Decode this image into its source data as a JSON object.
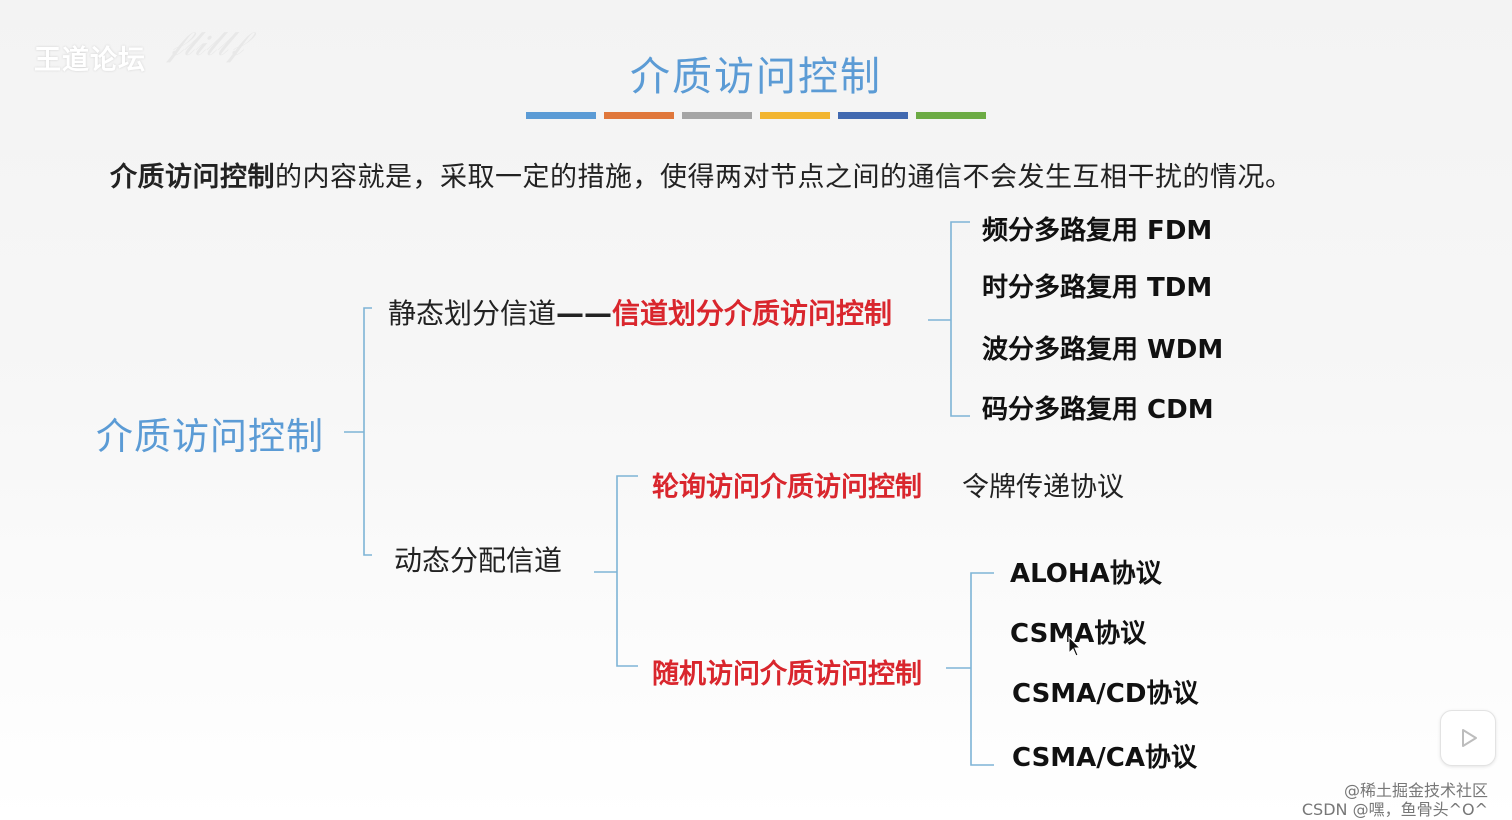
{
  "watermark": {
    "text": "王道论坛"
  },
  "slide_title": "介质访问控制",
  "colors": {
    "title": "#5b9bd5",
    "red": "#d9262d",
    "orange": "#d8783a",
    "lines": "#7eb4d6",
    "color_bars": [
      "#5b9bd5",
      "#e0773b",
      "#a5a5a5",
      "#f2b530",
      "#4169b0",
      "#6cab44"
    ]
  },
  "intro": {
    "bold": "介质访问控制",
    "rest": "的内容就是，采取一定的措施，使得两对节点之间的通信不会发生互相干扰的情况。"
  },
  "tree": {
    "root": "介质访问控制",
    "static": {
      "label": "静态划分信道",
      "dash": "——",
      "method": "信道划分介质访问控制",
      "items": [
        "频分多路复用 FDM",
        "时分多路复用 TDM",
        "波分多路复用 WDM",
        "码分多路复用 CDM"
      ]
    },
    "dynamic": {
      "label": "动态分配信道",
      "polling": {
        "label": "轮询访问介质访问控制",
        "protocol": "令牌传递协议"
      },
      "random": {
        "label": "随机访问介质访问控制",
        "items": [
          "ALOHA协议",
          "CSMA协议",
          "CSMA/CD协议",
          "CSMA/CA协议"
        ]
      }
    }
  },
  "icons": [
    "play-icon",
    "cursor-icon"
  ],
  "credits": {
    "line1": "@稀土掘金技术社区",
    "line2": "CSDN @嘿，鱼骨头^O^"
  }
}
